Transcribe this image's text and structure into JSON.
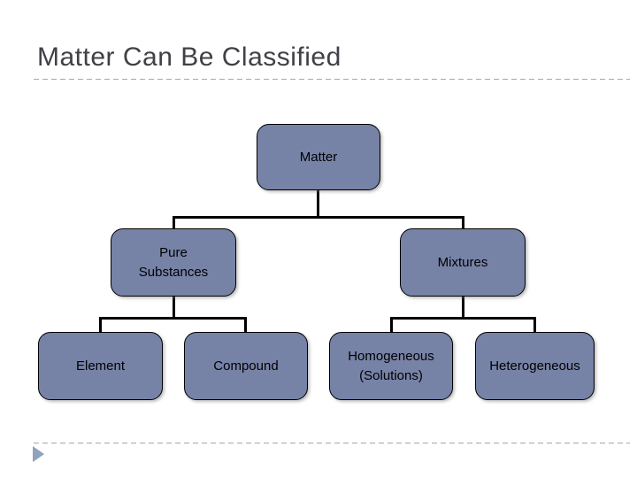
{
  "slide": {
    "title": "Matter Can Be Classified",
    "colors": {
      "background": "#FFFFFF",
      "title_text": "#404047",
      "divider": "#A6A6A6",
      "node_fill": "#7782A7",
      "node_border": "#000000",
      "node_text": "#000000",
      "connector": "#000000",
      "footer_arrow": "#8FA3BC"
    }
  },
  "diagram": {
    "type": "tree",
    "nodes": {
      "matter": {
        "label": "Matter"
      },
      "pure_substances": {
        "label": "Pure\nSubstances"
      },
      "mixtures": {
        "label": "Mixtures"
      },
      "element": {
        "label": "Element"
      },
      "compound": {
        "label": "Compound"
      },
      "homogeneous": {
        "label": "Homogeneous\n(Solutions)"
      },
      "heterogeneous": {
        "label": "Heterogeneous"
      }
    },
    "edges": [
      [
        "matter",
        "pure_substances"
      ],
      [
        "matter",
        "mixtures"
      ],
      [
        "pure_substances",
        "element"
      ],
      [
        "pure_substances",
        "compound"
      ],
      [
        "mixtures",
        "homogeneous"
      ],
      [
        "mixtures",
        "heterogeneous"
      ]
    ]
  }
}
